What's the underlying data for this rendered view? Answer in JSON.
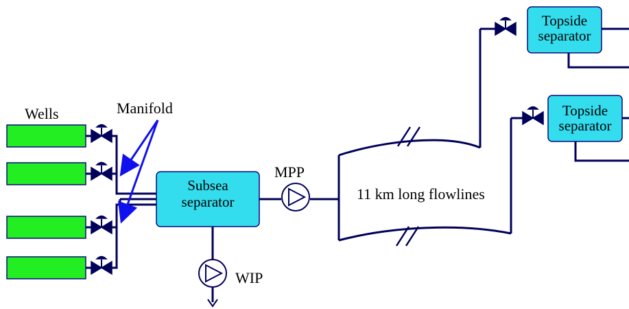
{
  "labels": {
    "wells": "Wells",
    "manifold": "Manifold",
    "subsea_separator_line1": "Subsea",
    "subsea_separator_line2": "separator",
    "mpp": "MPP",
    "wip": "WIP",
    "flowlines": "11 km long flowlines",
    "topside1_line1": "Topside",
    "topside1_line2": "separator",
    "topside2_line1": "Topside",
    "topside2_line2": "separator"
  },
  "colors": {
    "pipe": "#00005a",
    "well_fill": "#22ee22",
    "separator_fill": "#33ddee",
    "arrow": "#1010ee"
  }
}
